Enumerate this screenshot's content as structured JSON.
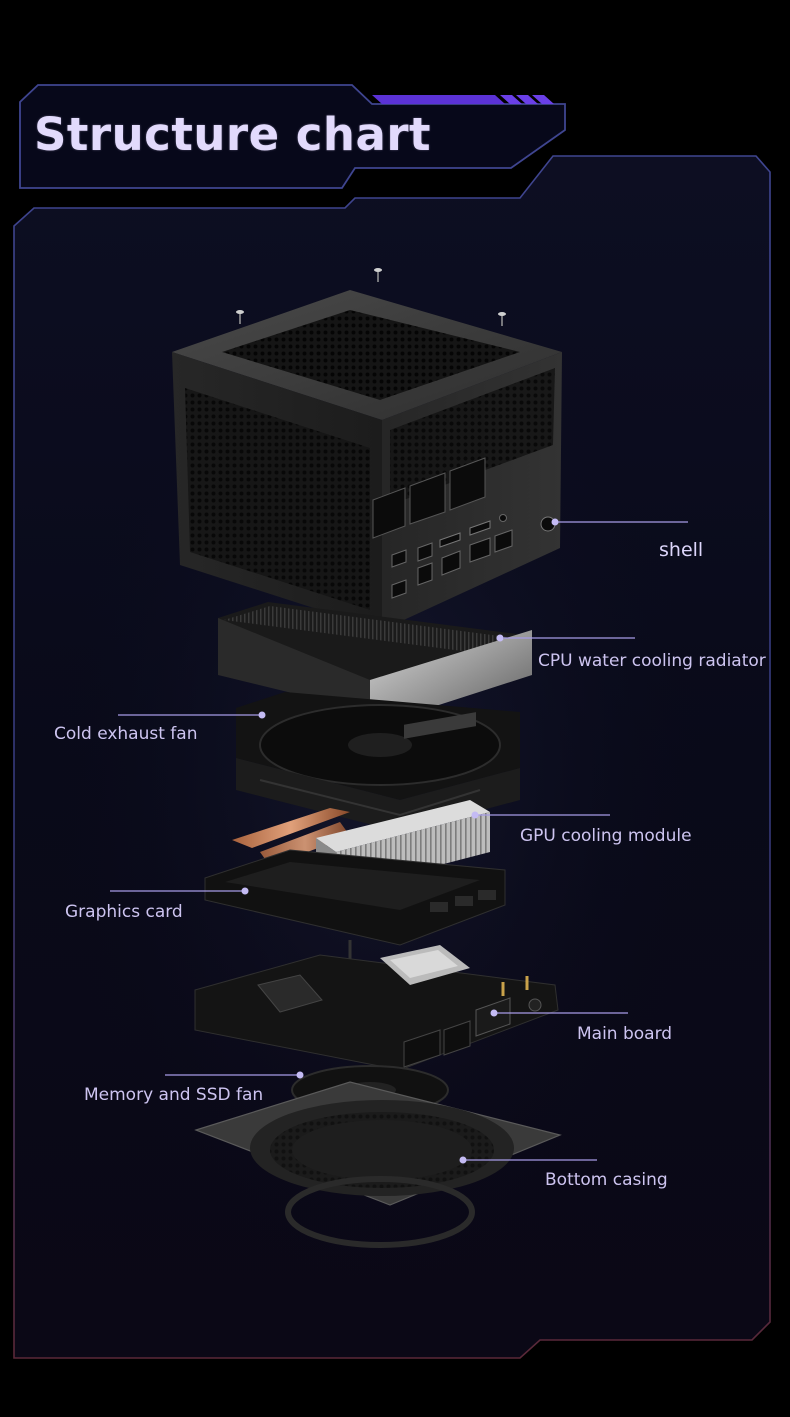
{
  "title": "Structure chart",
  "colors": {
    "background": "#000000",
    "panel": "#0a0b1b",
    "frame_stroke": "#3c3f82",
    "accent": "#5b32d6",
    "callout_line": "#a69be6",
    "label_text": "#cdc4f0"
  },
  "components": [
    {
      "id": "shell",
      "label": "shell"
    },
    {
      "id": "cpu-radiator",
      "label": "CPU water cooling radiator"
    },
    {
      "id": "exhaust-fan",
      "label": "Cold exhaust fan"
    },
    {
      "id": "gpu-cooling",
      "label": "GPU cooling module"
    },
    {
      "id": "graphics-card",
      "label": "Graphics card"
    },
    {
      "id": "main-board",
      "label": "Main board"
    },
    {
      "id": "memory-fan",
      "label": "Memory and SSD fan"
    },
    {
      "id": "bottom-casing",
      "label": "Bottom casing"
    }
  ]
}
